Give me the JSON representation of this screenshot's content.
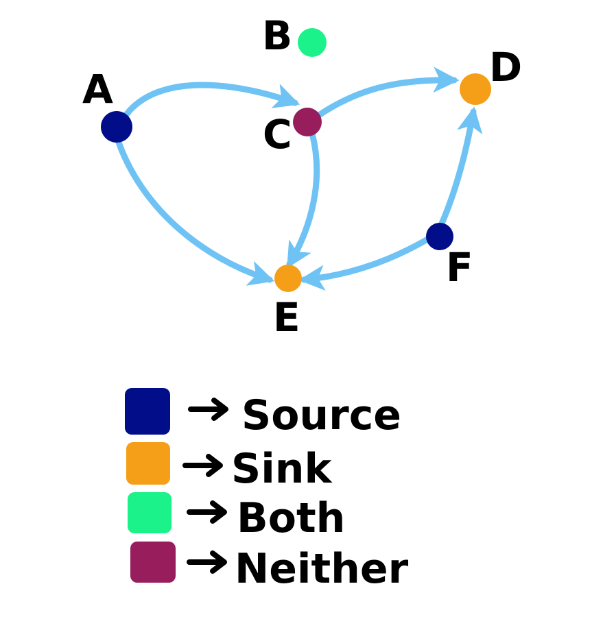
{
  "colors": {
    "edge": "#6ec3f4",
    "source": "#020d8a",
    "sink": "#f59f19",
    "both": "#1bf28a",
    "neither": "#971d5c"
  },
  "nodes": [
    {
      "id": "A",
      "label": "A",
      "role": "source"
    },
    {
      "id": "B",
      "label": "B",
      "role": "both"
    },
    {
      "id": "C",
      "label": "C",
      "role": "neither"
    },
    {
      "id": "D",
      "label": "D",
      "role": "sink"
    },
    {
      "id": "E",
      "label": "E",
      "role": "sink"
    },
    {
      "id": "F",
      "label": "F",
      "role": "source"
    }
  ],
  "edges": [
    {
      "from": "A",
      "to": "C"
    },
    {
      "from": "A",
      "to": "E"
    },
    {
      "from": "C",
      "to": "D"
    },
    {
      "from": "C",
      "to": "E"
    },
    {
      "from": "F",
      "to": "D"
    },
    {
      "from": "F",
      "to": "E"
    }
  ],
  "legend": [
    {
      "role": "source",
      "label": "Source"
    },
    {
      "role": "sink",
      "label": "Sink"
    },
    {
      "role": "both",
      "label": "Both"
    },
    {
      "role": "neither",
      "label": "Neither"
    }
  ]
}
